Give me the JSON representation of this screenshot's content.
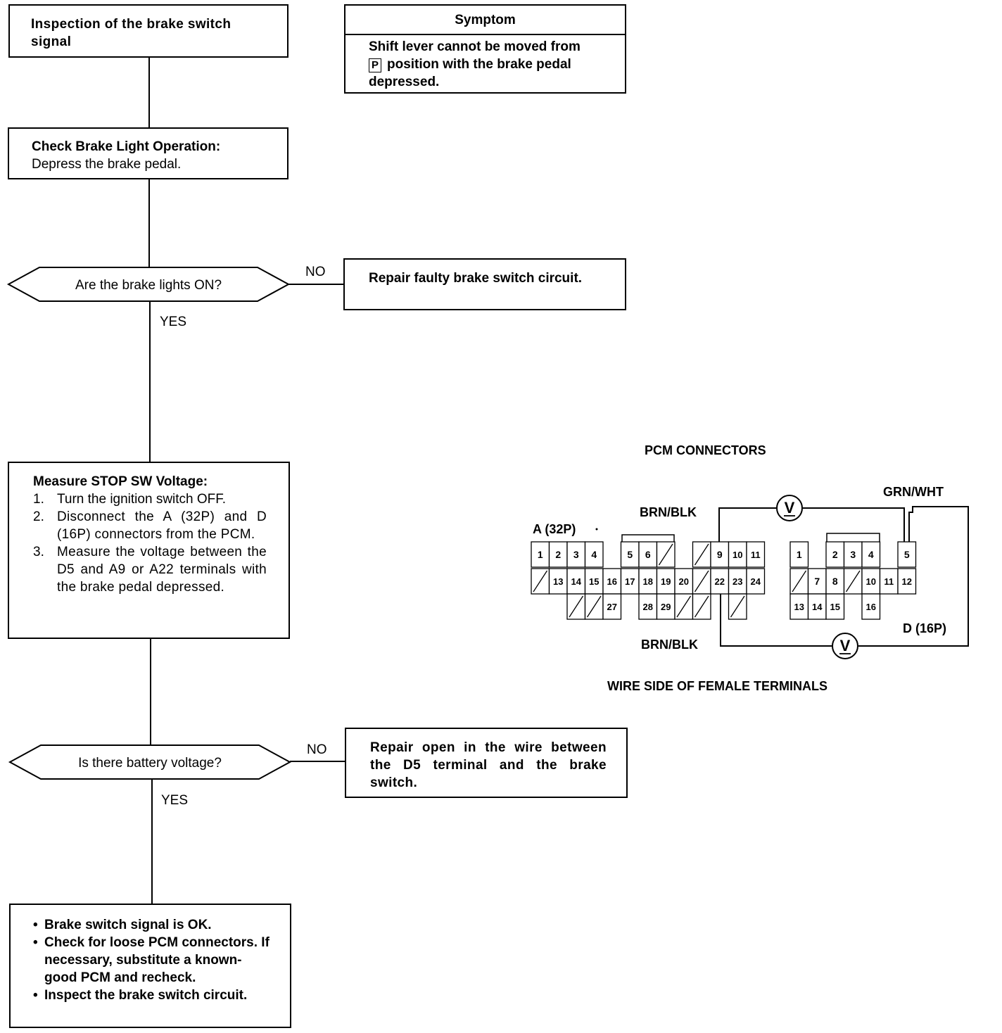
{
  "flow": {
    "start_box": "Inspection of the brake switch signal",
    "symptom": {
      "header": "Symptom",
      "line1": "Shift lever cannot be moved from",
      "p_key": "P",
      "line2": "position with the brake pedal",
      "line3": "depressed."
    },
    "check_box": {
      "title": "Check Brake Light Operation:",
      "body": "Depress the brake pedal."
    },
    "decision1": "Are the brake lights ON?",
    "no_label_1": "NO",
    "yes_label_1": "YES",
    "repair1": "Repair faulty brake switch circuit.",
    "measure_box": {
      "title": "Measure STOP SW Voltage:",
      "steps": [
        {
          "num": "1.",
          "text": "Turn the ignition switch OFF."
        },
        {
          "num": "2.",
          "text": "Disconnect the A (32P) and D (16P) connectors from the PCM."
        },
        {
          "num": "3.",
          "text": "Measure the voltage between the D5 and A9 or A22 terminals with the brake pedal depressed."
        }
      ]
    },
    "decision2": "Is there battery voltage?",
    "no_label_2": "NO",
    "yes_label_2": "YES",
    "repair2": "Repair open in the wire between the D5 terminal and the brake switch.",
    "final_box": {
      "bullets": [
        "Brake switch signal is OK.",
        "Check for loose PCM connectors. If necessary, substitute a known-good PCM and recheck.",
        "Inspect the brake switch circuit."
      ]
    }
  },
  "connector_diagram": {
    "title": "PCM CONNECTORS",
    "conn_a_label": "A (32P)",
    "conn_d_label": "D (16P)",
    "wire_top_left": "BRN/BLK",
    "wire_top_right": "GRN/WHT",
    "wire_bottom": "BRN/BLK",
    "meter_symbol": "V",
    "caption": "WIRE SIDE OF FEMALE TERMINALS",
    "conn_a_pins": [
      "1",
      "2",
      "3",
      "4",
      "5",
      "6",
      "9",
      "10",
      "11",
      "13",
      "14",
      "15",
      "16",
      "17",
      "18",
      "19",
      "20",
      "22",
      "23",
      "24",
      "27",
      "28",
      "29"
    ],
    "conn_d_pins": [
      "1",
      "2",
      "3",
      "4",
      "5",
      "7",
      "8",
      "10",
      "11",
      "12",
      "13",
      "14",
      "15",
      "16"
    ]
  }
}
